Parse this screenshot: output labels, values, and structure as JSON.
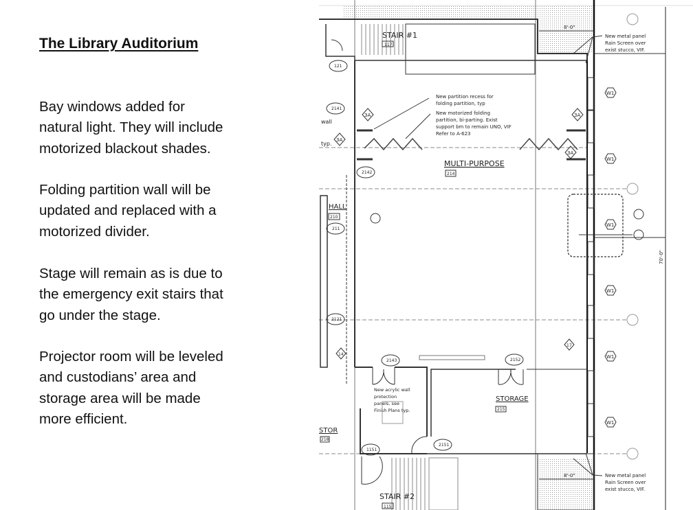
{
  "slide": {
    "title": "The Library Auditorium",
    "paragraphs": [
      [
        "Bay windows added for",
        "natural light.  They will include",
        "motorized blackout shades."
      ],
      [
        "Folding partition wall will be",
        "updated and replaced with a",
        "motorized divider."
      ],
      [
        "Stage will remain as is due to",
        "the emergency exit stairs that",
        "go under the stage."
      ],
      [
        "Projector room will be leveled",
        "and custodians’ area and",
        "storage area will be made",
        "more efficient."
      ]
    ]
  },
  "plan": {
    "rooms": {
      "multipurpose": {
        "name": "MULTI-PURPOSE",
        "number": "214"
      },
      "storage": {
        "name": "STORAGE",
        "number": "215"
      },
      "stair1": {
        "name": "STAIR #1",
        "number": "117"
      },
      "stair2": {
        "name": "STAIR #2",
        "number": "115"
      },
      "hall": {
        "name": "HALL",
        "number": "210"
      },
      "stor": {
        "name": "STOR",
        "number": "218"
      }
    },
    "doors": [
      "121",
      "2141",
      "2142",
      "211",
      "2121",
      "2143",
      "2152",
      "2151",
      "1151"
    ],
    "tags": {
      "detail": "3A",
      "window": "W1",
      "tag14": "14",
      "tag17": "17"
    },
    "dimensions": {
      "top": "8'-0\"",
      "bottom": "8'-0\"",
      "side": "70'-0\""
    },
    "notes": {
      "rainscreen_top": [
        "New metal panel",
        "Rain Screen over",
        "exist stucco, VIF."
      ],
      "partition_recess": [
        "New partition recess for",
        "folding partition, typ"
      ],
      "motorized_partition": [
        "New motorized folding",
        "partition, bi-parting. Exist",
        "support bm to remain UNO, VIF",
        "Refer to A-623"
      ],
      "acrylic": [
        "New acrylic wall",
        "protection",
        "panels, see",
        "Finish Plans typ."
      ],
      "rainscreen_bottom": [
        "New metal panel",
        "Rain Screen over",
        "exist stucco, VIF."
      ],
      "wall": "wall",
      "typ": "typ."
    }
  }
}
